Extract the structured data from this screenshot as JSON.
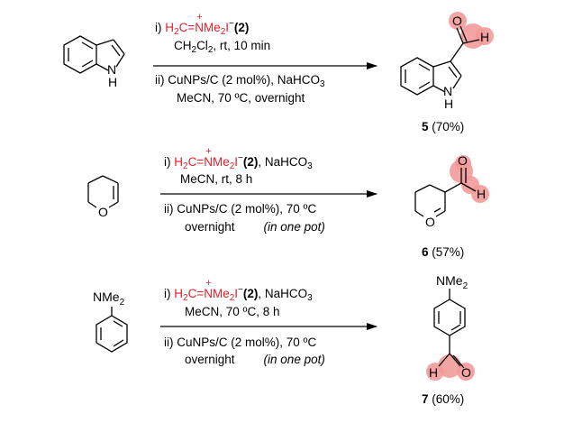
{
  "colors": {
    "reagent": "#e0202a",
    "highlight": "#f29a9a"
  },
  "row1": {
    "cond_i_prefix": "i) ",
    "reagent_a": "H",
    "reagent_sub2": "2",
    "reagent_b": "C=",
    "reagent_plus": "+",
    "reagent_n": "N",
    "reagent_c": "Me",
    "reagent_d": "I",
    "reagent_minus": "−",
    "reagent_num": "(2)",
    "cond_i_line2_a": "CH",
    "cond_i_line2_sub1": "2",
    "cond_i_line2_b": "Cl",
    "cond_i_line2_sub2": "2",
    "cond_i_line2_c": ", rt, 10 min",
    "cond_ii_line1_a": "ii) CuNPs/C (2 mol%), NaHCO",
    "cond_ii_line1_sub": "3",
    "cond_ii_line2": "MeCN, 70 ºC, overnight",
    "product_num": "5",
    "product_yield": " (70%)"
  },
  "row2": {
    "cond_i_prefix": "i) ",
    "reagent_a": "H",
    "reagent_sub2": "2",
    "reagent_b": "C=",
    "reagent_plus": "+",
    "reagent_n": "N",
    "reagent_c": "Me",
    "reagent_d": "I",
    "reagent_minus": "−",
    "reagent_num": "(2)",
    "reagent_tail_a": ", NaHCO",
    "reagent_tail_sub": "3",
    "cond_i_line2": "MeCN, rt, 8 h",
    "cond_ii_line1": "ii) CuNPs/C (2 mol%), 70 ºC",
    "cond_ii_line2_a": "overnight",
    "cond_ii_line2_b": "(in one pot)",
    "product_num": "6",
    "product_yield": " (57%)"
  },
  "row3": {
    "cond_i_prefix": "i) ",
    "reagent_a": "H",
    "reagent_sub2": "2",
    "reagent_b": "C=",
    "reagent_plus": "+",
    "reagent_n": "N",
    "reagent_c": "Me",
    "reagent_d": "I",
    "reagent_minus": "−",
    "reagent_num": "(2)",
    "reagent_tail_a": ", NaHCO",
    "reagent_tail_sub": "3",
    "cond_i_line2": "MeCN, 70 ºC, 8 h",
    "cond_ii_line1": "ii) CuNPs/C (2 mol%), 70 ºC",
    "cond_ii_line2_a": "overnight",
    "cond_ii_line2_b": "(in one pot)",
    "product_num": "7",
    "product_yield": " (60%)"
  },
  "atoms": {
    "nh_n": "N",
    "nh_h": "H",
    "h": "H",
    "o": "O",
    "nme2_a": "NMe",
    "nme2_sub": "2"
  }
}
